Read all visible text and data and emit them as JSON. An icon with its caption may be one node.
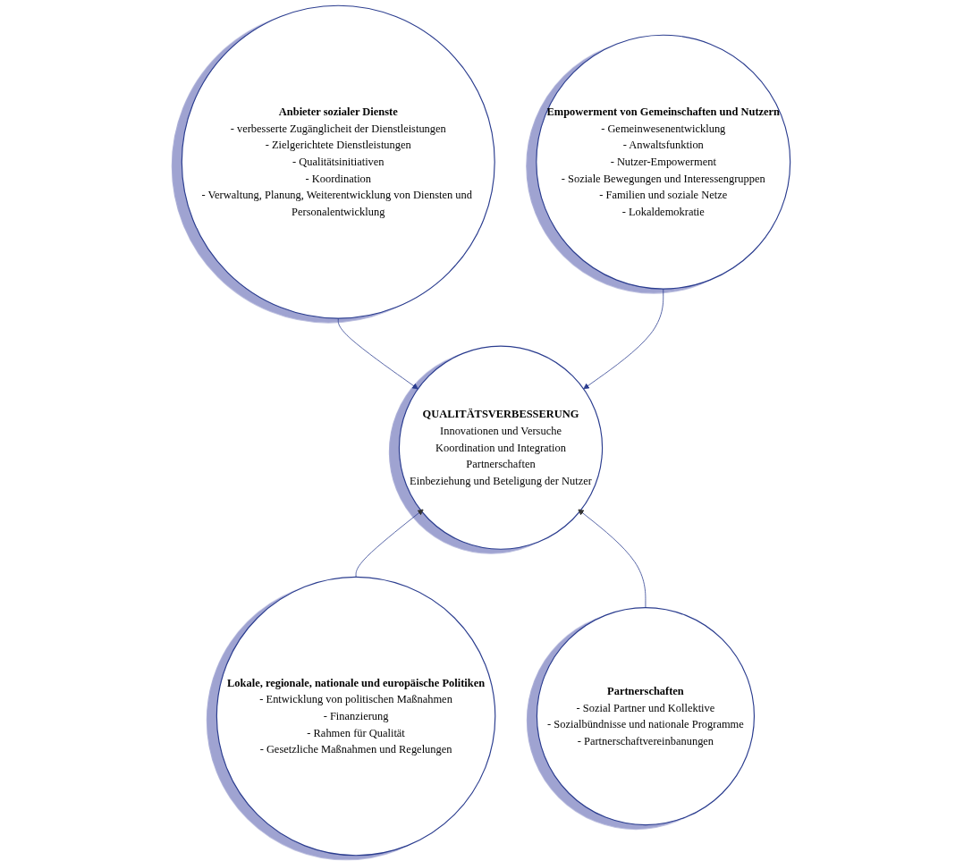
{
  "diagram": {
    "nodes": [
      {
        "text": [
          "Anbieter sozialer Dienste",
          "- verbesserte Zugänglicheit der Dienstleistungen",
          "- Zielgerichtete Dienstleistungen",
          "- Qualitätsinitiativen",
          "- Koordination",
          "- Verwaltung, Planung, Weiterentwicklung von Diensten und Personalentwicklung"
        ]
      },
      {
        "text": [
          "Empowerment von Gemeinschaften und Nutzern",
          "- Gemeinwesenentwicklung",
          "- Anwaltsfunktion",
          "- Nutzer-Empowerment",
          "- Soziale Bewegungen und Interessengruppen",
          "- Familien und soziale Netze",
          "- Lokaldemokratie"
        ]
      },
      {
        "text": [
          "QUALITÄTSVERBESSERUNG",
          "Innovationen und Versuche",
          "Koordination und Integration",
          "Partnerschaften",
          "Einbeziehung und Beteligung der Nutzer"
        ]
      },
      {
        "text": [
          "Lokale, regionale, nationale und europäische Politiken",
          "- Entwicklung von politischen Maßnahmen",
          "- Finanzierung",
          "- Rahmen für Qualität",
          "- Gesetzliche Maßnahmen und Regelungen"
        ]
      },
      {
        "text": [
          "Partnerschaften",
          "- Sozial Partner und Kollektive",
          "- Sozialbündnisse und nationale Programme",
          "- Partnerschaftvereinbanungen"
        ]
      }
    ],
    "edges": [
      {
        "from": 0,
        "to": 2,
        "arrow": "to"
      },
      {
        "from": 1,
        "to": 2,
        "arrow": "to"
      },
      {
        "from": 3,
        "to": 2,
        "arrow": "to"
      },
      {
        "from": 4,
        "to": 2,
        "arrow": "to"
      }
    ]
  }
}
